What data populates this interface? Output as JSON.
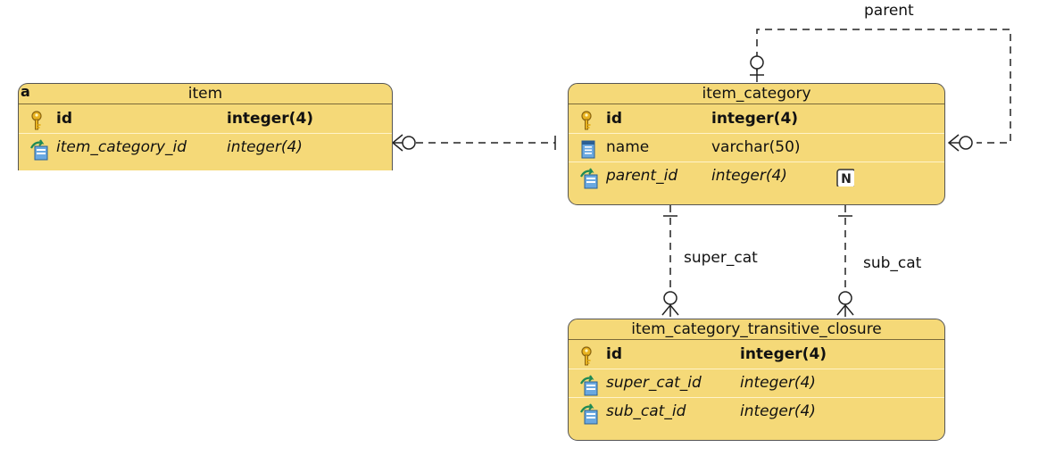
{
  "entities": {
    "item": {
      "title": "item",
      "corner_mark": "a",
      "columns": [
        {
          "name": "id",
          "type": "integer(4)",
          "kind": "pk",
          "icon": "key-icon"
        },
        {
          "name": "item_category_id",
          "type": "integer(4)",
          "kind": "fk",
          "icon": "foreign-key-icon"
        }
      ]
    },
    "item_category": {
      "title": "item_category",
      "columns": [
        {
          "name": "id",
          "type": "integer(4)",
          "kind": "pk",
          "icon": "key-icon"
        },
        {
          "name": "name",
          "type": "varchar(50)",
          "kind": "attr",
          "icon": "column-icon"
        },
        {
          "name": "parent_id",
          "type": "integer(4)",
          "kind": "fk",
          "icon": "foreign-key-icon",
          "nullable_badge": "N"
        }
      ]
    },
    "item_category_transitive_closure": {
      "title": "item_category_transitive_closure",
      "columns": [
        {
          "name": "id",
          "type": "integer(4)",
          "kind": "pk",
          "icon": "key-icon"
        },
        {
          "name": "super_cat_id",
          "type": "integer(4)",
          "kind": "fk",
          "icon": "foreign-key-icon"
        },
        {
          "name": "sub_cat_id",
          "type": "integer(4)",
          "kind": "fk",
          "icon": "foreign-key-icon"
        }
      ]
    }
  },
  "relationships": {
    "parent": "parent",
    "super_cat": "super_cat",
    "sub_cat": "sub_cat"
  },
  "colors": {
    "entity_fill": "#f5d978",
    "entity_border": "#555555",
    "line": "#222222"
  }
}
